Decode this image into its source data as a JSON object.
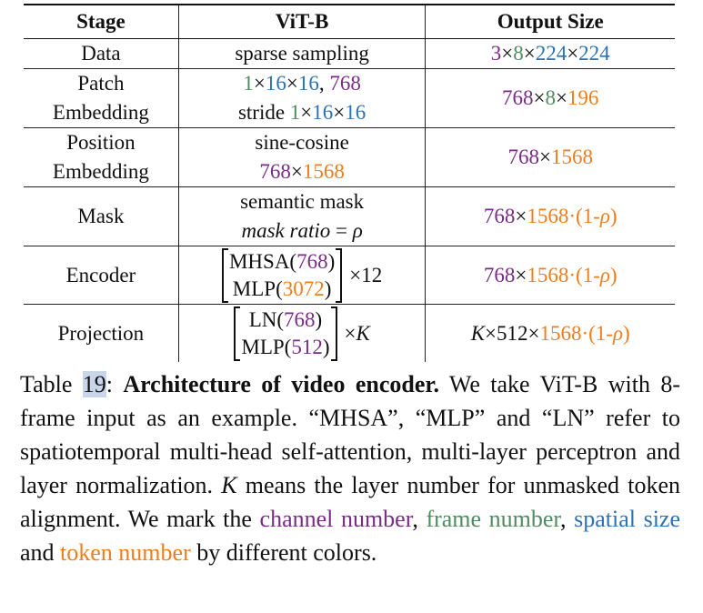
{
  "table": {
    "headers": [
      "Stage",
      "ViT-B",
      "Output Size"
    ],
    "rows": {
      "data": {
        "stage": "Data",
        "vit": "sparse sampling"
      },
      "patch": {
        "stage_l1": "Patch",
        "stage_l2": "Embedding",
        "stride_word": "stride"
      },
      "position": {
        "stage_l1": "Position",
        "stage_l2": "Embedding",
        "vit_l1": "sine-cosine"
      },
      "mask": {
        "stage": "Mask",
        "vit_l1": "semantic mask",
        "ratio_label": "mask ratio",
        "ratio_eq": " = ",
        "rho": "ρ"
      },
      "encoder": {
        "stage": "Encoder",
        "l1_name": "MHSA(",
        "l1_val": "768",
        "l2_name": "MLP(",
        "l2_val": "3072",
        "mult": "×12"
      },
      "projection": {
        "stage": "Projection",
        "l1_name": "LN(",
        "l1_val": "768",
        "l2_name": "MLP(",
        "l2_val": "512",
        "mult": "×",
        "mult_var": "K"
      }
    }
  },
  "caption": {
    "table_label": "Table ",
    "table_number": "19",
    "colon": ": ",
    "title": "Architecture of video encoder.",
    "text1": " We take ViT-B with 8-frame input as an example. “MHSA”, “MLP” and “LN” refer to spatiotemporal multi-head self-attention, multi-layer perceptron and layer normalization. ",
    "K": "K",
    "text2": " means the layer number for unmasked token alignment. We mark the ",
    "channel": "channel number",
    "sep1": ", ",
    "frame": "frame number",
    "sep2": ", ",
    "spatial": "spatial size",
    "and": " and ",
    "token": "token number",
    "end": " by different colors."
  },
  "colors": {
    "channel": "#7a2a88",
    "frame": "#4f8b5f",
    "spatial": "#2b72b4",
    "token": "#f07d1b"
  }
}
